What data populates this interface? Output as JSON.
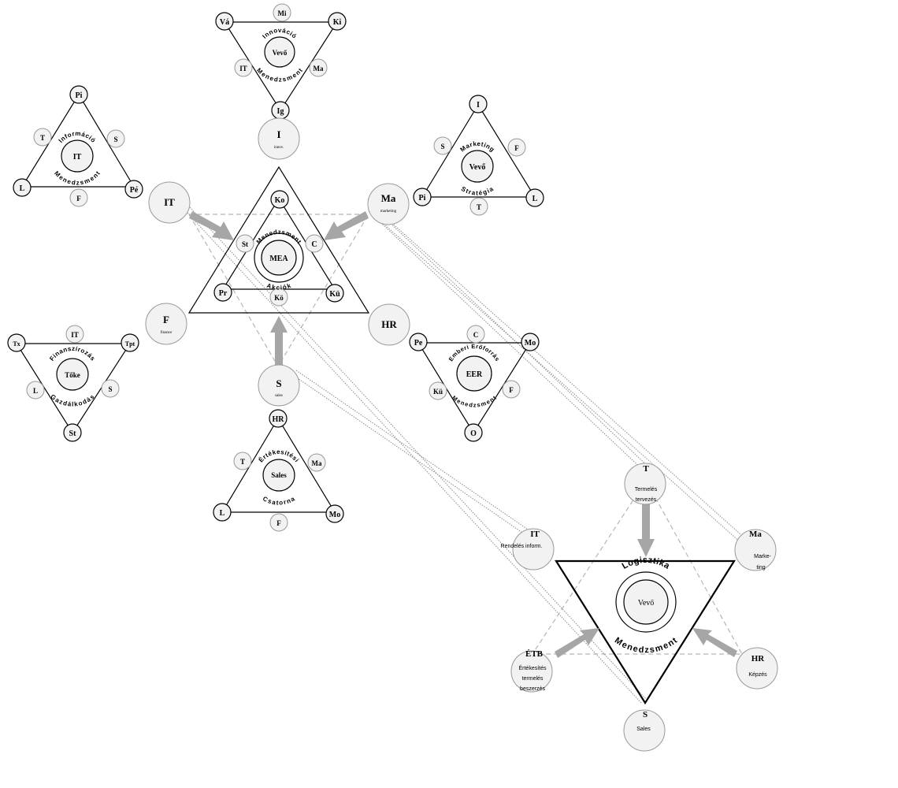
{
  "colors": {
    "line": "#000000",
    "node_fill": "#f2f2f2",
    "dashed_line": "#b5b5b5",
    "arrow": "#a6a6a6"
  },
  "top_triangle": {
    "vertices": [
      "Vá",
      "Ki",
      "Ig"
    ],
    "sides": [
      "Mi",
      "IT",
      "Ma"
    ],
    "center": "Vevő",
    "arc_top": "Innováció",
    "arc_bottom": "Menedzsment"
  },
  "it_triangle": {
    "vertices": [
      "Pi",
      "L",
      "Pé"
    ],
    "sides": [
      "T",
      "S",
      "F"
    ],
    "center": "IT",
    "arc_top": "Információ",
    "arc_bottom": "Menedzsment"
  },
  "ma_triangle": {
    "vertices": [
      "I",
      "Pi",
      "L"
    ],
    "sides": [
      "S",
      "F",
      "T"
    ],
    "center": "Vevő",
    "arc_top": "Marketing",
    "arc_bottom": "Stratégia"
  },
  "f_triangle": {
    "vertices": [
      "Tx",
      "Tpt",
      "St"
    ],
    "sides": [
      "IT",
      "L",
      "S"
    ],
    "center": "Tőke",
    "arc_top": "Finanszírozás",
    "arc_bottom": "Gazdálkodás"
  },
  "hr_triangle": {
    "vertices": [
      "Pe",
      "Mo",
      "O"
    ],
    "sides": [
      "C",
      "Kü",
      "F"
    ],
    "center": "EER",
    "arc_top": "Emberi Erőforrás",
    "arc_bottom": "Menedzsment"
  },
  "s_triangle": {
    "vertices": [
      "HR",
      "L",
      "Mo"
    ],
    "sides": [
      "T",
      "Ma",
      "F"
    ],
    "center": "Sales",
    "arc_top": "Értékesítési",
    "arc_bottom": "Csatorna"
  },
  "central": {
    "outer_nodes": {
      "I": {
        "label": "I",
        "sub": "innov."
      },
      "IT": {
        "label": "IT"
      },
      "Ma": {
        "label": "Ma",
        "sub": "marketing"
      },
      "F": {
        "label": "F",
        "sub": "finance"
      },
      "HR": {
        "label": "HR"
      },
      "S": {
        "label": "S",
        "sub": "sales"
      }
    },
    "inner_nodes": [
      "Ko",
      "St",
      "C",
      "Pr",
      "Kü",
      "Kö"
    ],
    "center": "MEA",
    "arc_top": "Menedzsment",
    "arc_bottom": "Akciók"
  },
  "logistics": {
    "nodes": {
      "T": {
        "label": "T",
        "desc": [
          "Termelés",
          "tervezés"
        ]
      },
      "IT": {
        "label": "IT",
        "desc": [
          "Rendelés inform."
        ]
      },
      "Ma": {
        "label": "Ma",
        "desc": [
          "Marke-",
          "ting"
        ]
      },
      "ETB": {
        "label": "ÉTB",
        "desc": [
          "Értékesítés",
          "termelés",
          "beszerzés"
        ]
      },
      "HR": {
        "label": "HR",
        "desc": [
          "Képzés"
        ]
      },
      "S": {
        "label": "S",
        "desc": [
          "Sales"
        ]
      }
    },
    "center": "Vevő",
    "arc_top": "Logisztika",
    "arc_bottom": "Menedzsment"
  }
}
